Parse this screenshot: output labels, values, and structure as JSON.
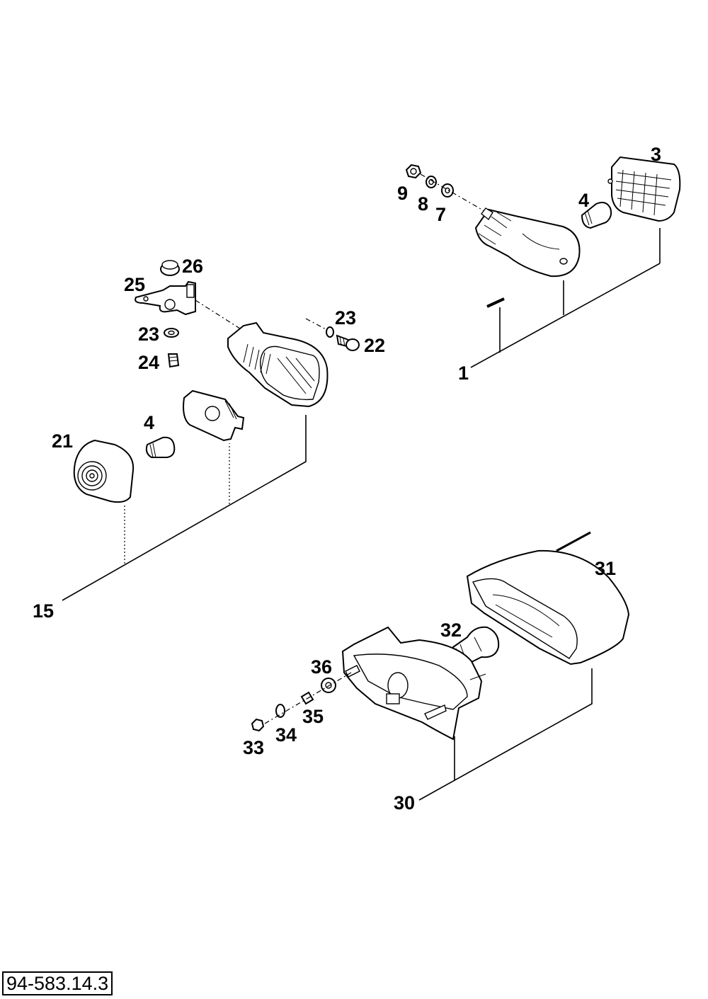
{
  "drawing_number": "94-583.14.3",
  "callouts": {
    "c1": "1",
    "c3": "3",
    "c4a": "4",
    "c7": "7",
    "c8": "8",
    "c9": "9",
    "c15": "15",
    "c21": "21",
    "c4b": "4",
    "c22": "22",
    "c23a": "23",
    "c23b": "23",
    "c24": "24",
    "c25": "25",
    "c26": "26",
    "c30": "30",
    "c31": "31",
    "c32": "32",
    "c33": "33",
    "c34": "34",
    "c35": "35",
    "c36": "36"
  }
}
